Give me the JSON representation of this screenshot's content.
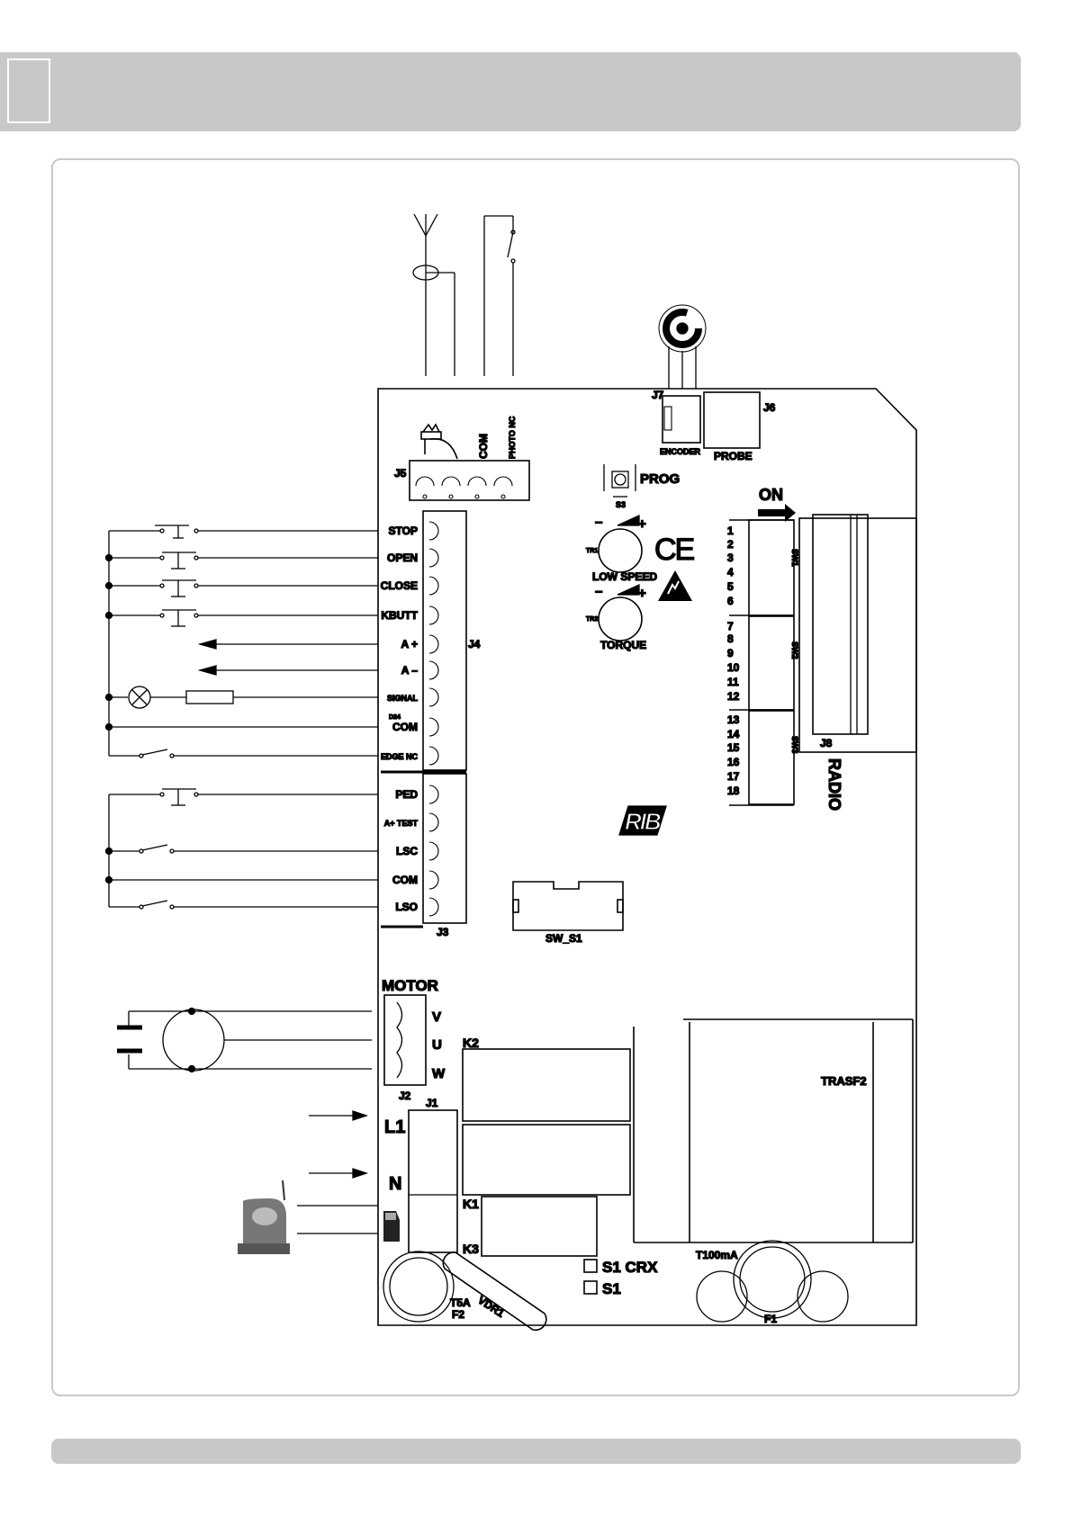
{
  "board": {
    "connectors": {
      "j5": "J5",
      "j4": "J4",
      "j3": "J3",
      "j2": "J2",
      "j1": "J1",
      "j7": "J7",
      "j6": "J6",
      "j8": "J8",
      "sw_s1": "SW_S1",
      "s3": "S3",
      "prog": "PROG",
      "encoder": "ENCODER",
      "probe": "PROBE",
      "com_j5": "COM",
      "photo_nc_j5": "PHOTO NC"
    },
    "j4_terminals": [
      "STOP",
      "OPEN",
      "CLOSE",
      "KBUTT",
      "A +",
      "A –",
      "SIGNAL",
      "COM",
      "EDGE NC"
    ],
    "d24": "D24",
    "j3_terminals": [
      "PED",
      "A+ TEST",
      "LSC",
      "COM",
      "LSO"
    ],
    "trimmers": {
      "tr1": "TR1",
      "low_speed": "LOW SPEED",
      "tr2": "TR2",
      "torque": "TORQUE",
      "minus": "–",
      "plus": "+"
    },
    "dip": {
      "on": "ON",
      "numbers": [
        "1",
        "2",
        "3",
        "4",
        "5",
        "6",
        "7",
        "8",
        "9",
        "10",
        "11",
        "12",
        "13",
        "14",
        "15",
        "16",
        "17",
        "18"
      ],
      "banks": [
        "SW1",
        "SW2",
        "SW3"
      ]
    },
    "radio": "RADIO",
    "motor": {
      "title": "MOTOR",
      "v": "V",
      "u": "U",
      "w": "W"
    },
    "power": {
      "l1": "L1",
      "n": "N"
    },
    "relays": {
      "k1": "K1",
      "k2": "K2",
      "k3": "K3"
    },
    "transformer": "TRASF2",
    "fuses": {
      "t5a": "T5A",
      "f2": "F2",
      "t100ma": "T100mA",
      "f1": "F1",
      "vdr1": "VDR1"
    },
    "options": {
      "s1_crx": "S1 CRX",
      "s1": "S1"
    },
    "ce_mark": "CE",
    "brand_logo": "RIB"
  },
  "icons": [
    "antenna-icon",
    "photocell-icon",
    "encoder-icon",
    "lamp-icon",
    "flashing-light-icon",
    "esd-warning-icon",
    "capacitor-icon",
    "motor-icon"
  ]
}
